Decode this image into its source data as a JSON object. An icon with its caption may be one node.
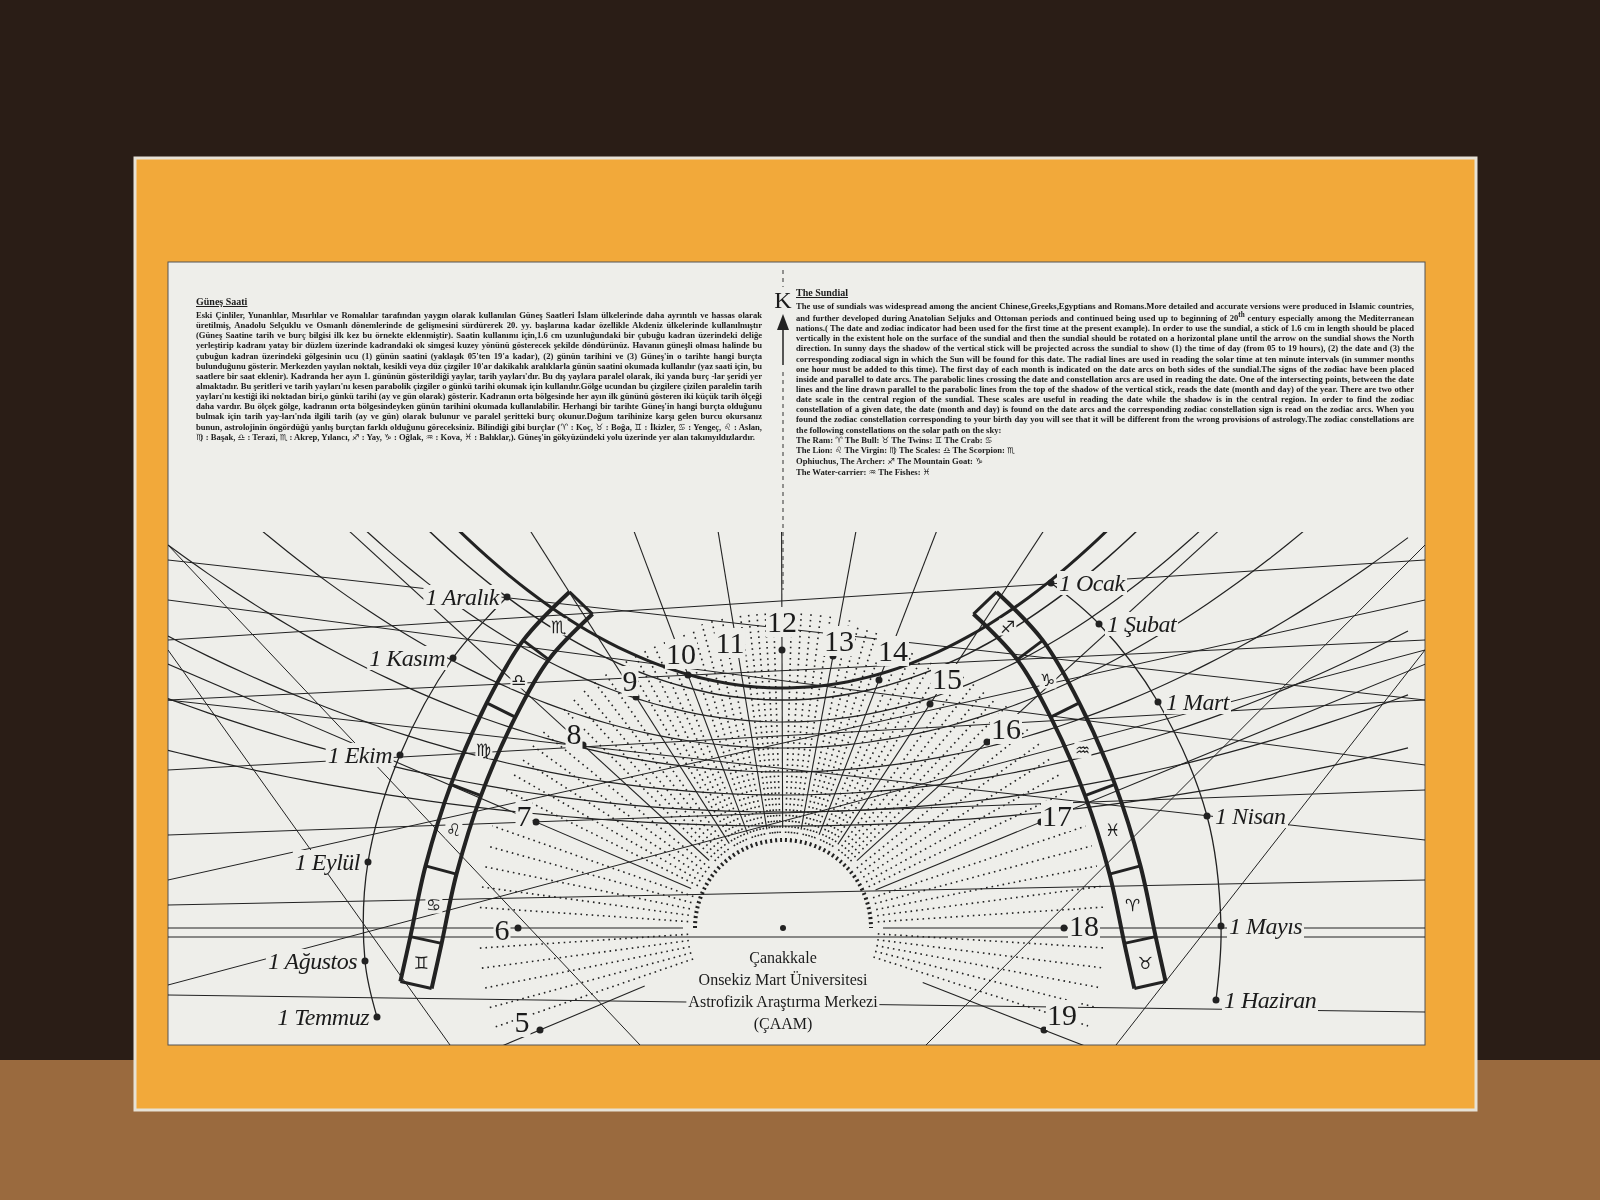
{
  "diagram": {
    "labels": [
      "Güneş Saati",
      "Eski Çinliler, Yunanlılar, Mısırlılar ve Romalılar tarafından yaygın olarak kullanılan Güneş Saatleri İslam ülkelerinde daha ayrıntılı ve hassas olarak üretilmiş, Anadolu Selçuklu ve Osmanlı dönemlerinde de gelişmesini sürdürerek 20. yy. başlarına kadar özellikle Akdeniz ülkelerinde kullanılmıştır (Güneş Saatine tarih ve burç bilgisi ilk kez bu örnekte eklenmiştir). Saatin kullanımı için,1.6 cm uzunluğundaki bir çubuğu kadran üzerindeki deliğe yerleştirip kadranı yatay bir düzlem üzerinde kadrandaki ok simgesi kuzey yönünü gösterecek şekilde döndürünüz. Havanın güneşli olması halinde bu çubuğun kadran üzerindeki gölgesinin ucu (1) günün saatini (yaklaşık 05'ten 19'a kadar), (2) günün tarihini ve (3) Güneş'in o tarihte hangi burçta bulunduğunu gösterir. Merkezden yayılan noktalı, kesikli veya düz çizgiler 10'ar dakikalık aralıklarla günün saatini okumada kullanılır (yaz saati için, bu saatlere bir saat eklenir). Kadranda her ayın 1. gününün gösterildiği yaylar, tarih yayları'dır. Bu dış yaylara paralel olarak, iki yanda burç -lar şeridi yer almaktadır. Bu şeritleri ve tarih yayları'nı kesen parabolik çizgiler o günkü tarihi okumak için kullanılır.Gölge ucundan bu çizgilere çizilen paralelin tarih yayları'nı kestiği iki noktadan biri,o günkü tarihi (ay ve gün olarak) gösterir. Kadranın orta bölgesinde her ayın ilk gününü gösteren iki küçük tarih ölçeği daha vardır. Bu ölçek gölge, kadranın orta bölgesindeyken günün tarihini okumada kullanılabilir. Herhangi bir tarihte Güneş'in hangi burçta olduğunu bulmak için tarih yay-ları'nda ilgili tarih (ay ve gün) olarak bulunur ve paralel şeritteki burç okunur.Doğum tarihinize karşı gelen burcu okursanız bunun, astrolojinin öngördüğü yanlış burçtan farklı olduğunu göreceksiniz. Bilindiği gibi burçlar (♈ : Koç, ♉ : Boğa, ♊ : İkizler, ♋ : Yengeç, ♌ : Aslan, ♍ : Başak, ♎ : Terazi, ♏ : Akrep, Yılancı, ♐ : Yay, ♑ : Oğlak, ♒ : Kova, ♓ : Balıklar,). Güneş'in gökyüzündeki yolu üzerinde yer alan takımyıldızlardır.",
      "K",
      "The Sundial",
      "The use of sundials was widespread among the ancient Chinese,Greeks,Egyptians and Romans.More detailed and accurate versions were produced in Islamic countries, and further developed during Anatolian Seljuks and Ottoman periods and continued being used up to beginning of 20$^{th}$ century especially among the Mediterranean nations.( The date and zodiac indicator had been used for the first time at the present example). In order to use the sundial, a stick of 1.6 cm in length should be placed vertically in the existent hole on the surface of the sundial and then the sundial should be rotated on a horizontal plane until the arrow on the sundial shows the North direction. In sunny days the shadow of the vertical stick will be projected across the sundial to show (1) the time of day (from 05 to 19 hours), (2) the date and (3) the corresponding zodiacal sign in which the Sun will be found for this date. The radial lines are used in reading the solar time at ten minute intervals (in summer months one hour must be added to this time). The first day of each month is indicated on the date arcs on both sides of the sundial.The signs of the zodiac have been placed inside and parallel to date arcs. The parabolic lines crossing the date and constellation arcs are used in reading the date. One of the intersecting points, between the date lines and the line drawn parallel to the parabolic lines from the top of the shadow of the vertical stick, reads the date (month and day) of the year. There are two other date scale in the central region of the sundial. These scales are useful in reading the date while the shadow is in the central region. In order to find the zodiac constellation of a given date, the date (month and day) is found on the date arcs and the corresponding zodiac constellation sign is read on the zodiac arcs. When you found the zodiac constellation corresponding to your birth day you will see that it will be different from the wrong provisions of astrology.The zodiac constellations are the following constellations on the solar path on the sky:",
      "The Ram: ♈ The Bull: ♉ The Twins: ♊ The Crab: ♋",
      "The Lion: ♌ The Virgin: ♍ The Scales: ♎ The Scorpion: ♏",
      "Ophiuchus, The Archer: ♐ The Mountain Goat: ♑",
      "The Water-carrier: ♒ The Fishes: ♓",
      "1 Aralık",
      "1 Ocak",
      "♏",
      "12",
      "♐",
      "1 Şubat",
      "1 Kasım",
      "10",
      "11",
      "13",
      "14",
      "♎",
      "9",
      "15",
      "♑",
      "1 Mart",
      "1 Ekim",
      "♍",
      "8",
      "16",
      "♒",
      "♌",
      "7",
      "17",
      "♓",
      "1 Nisan",
      "1 Eylül",
      "♋",
      "6",
      "18",
      "♈",
      "1 Mayıs",
      "1 Ağustos",
      "♊",
      "Çanakkale",
      "♉",
      "Onsekiz Mart Üniversitesi",
      "Astrofizik Araştırma Merkezi",
      "1 Haziran",
      "1 Temmuz",
      "5",
      "(ÇAAM)",
      "19"
    ]
  }
}
